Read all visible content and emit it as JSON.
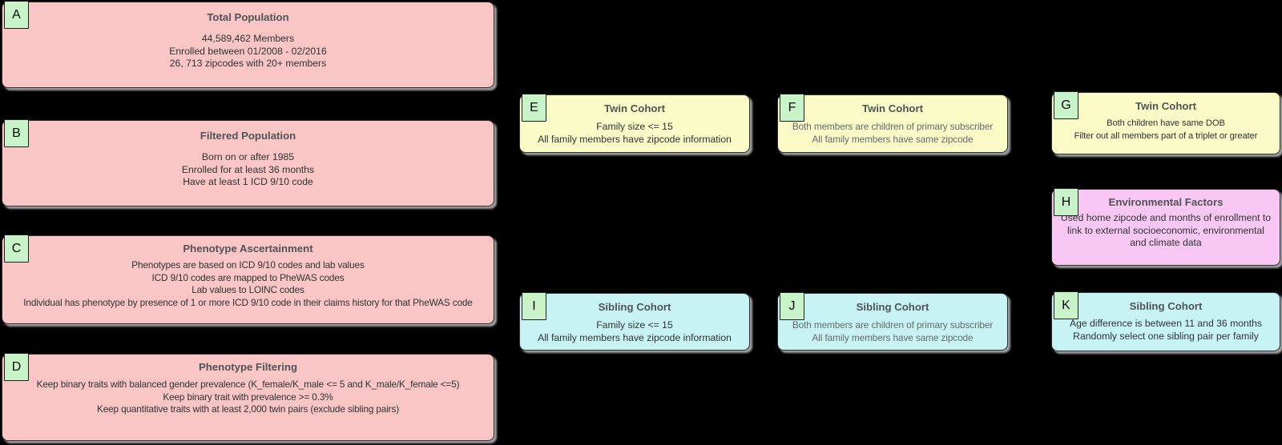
{
  "diagram": {
    "background": "#000000",
    "palette": {
      "pink": "#fac5c5",
      "yellow": "#fbfbc8",
      "cyan": "#c8f3f5",
      "magenta": "#f9c7f4",
      "label_green": "#c9f3c8",
      "border": "#2e2e2e",
      "shadow": "#a8a8a8",
      "title_text": "#4e5456",
      "body_text": "#2e3233",
      "body_text_muted": "#63696b"
    },
    "nodes": {
      "A": {
        "label": "A",
        "title": "Total Population",
        "body": "44,589,462 Members\nEnrolled between 01/2008 - 02/2016\n26, 713 zipcodes with 20+ members",
        "color": "pink"
      },
      "B": {
        "label": "B",
        "title": "Filtered Population",
        "body": "Born on or after 1985\nEnrolled for at least 36 months\nHave at least 1 ICD 9/10 code",
        "color": "pink"
      },
      "C": {
        "label": "C",
        "title": "Phenotype Ascertainment",
        "body": "Phenotypes are based on ICD 9/10 codes and lab values\nICD 9/10 codes are mapped to PheWAS codes\nLab values to LOINC codes\nIndividual has phenotype by presence of 1 or more ICD 9/10 code in their claims history for that PheWAS code",
        "color": "pink"
      },
      "D": {
        "label": "D",
        "title": "Phenotype Filtering",
        "body": "Keep binary traits with balanced gender prevalence (K_female/K_male <= 5 and K_male/K_female <=5)\nKeep binary trait with prevalence >= 0.3%\nKeep quantitative traits with at least 2,000 twin pairs (exclude sibling pairs)",
        "color": "pink"
      },
      "E": {
        "label": "E",
        "title": "Twin Cohort",
        "body": "Family size <= 15\nAll family members have zipcode information",
        "color": "yellow"
      },
      "F": {
        "label": "F",
        "title": "Twin Cohort",
        "body": "Both members are children of primary subscriber\nAll family members have same zipcode",
        "color": "yellow",
        "muted": true
      },
      "G": {
        "label": "G",
        "title": "Twin Cohort",
        "body": "Both children have same DOB\nFilter out all members part of a triplet or greater",
        "color": "yellow"
      },
      "H": {
        "label": "H",
        "title": "Environmental Factors",
        "body": "Used home zipcode and months of enrollment to link to external socioeconomic, environmental and climate data",
        "color": "magenta"
      },
      "I": {
        "label": "I",
        "title": "Sibling Cohort",
        "body": "Family size <= 15\nAll family members have zipcode information",
        "color": "cyan"
      },
      "J": {
        "label": "J",
        "title": "Sibling Cohort",
        "body": "Both members are children of primary subscriber\nAll family members have same zipcode",
        "color": "cyan",
        "muted": true
      },
      "K": {
        "label": "K",
        "title": "Sibling Cohort",
        "body": "Age difference is between 11 and 36 months\nRandomly select one sibling pair per family",
        "color": "cyan"
      }
    }
  }
}
